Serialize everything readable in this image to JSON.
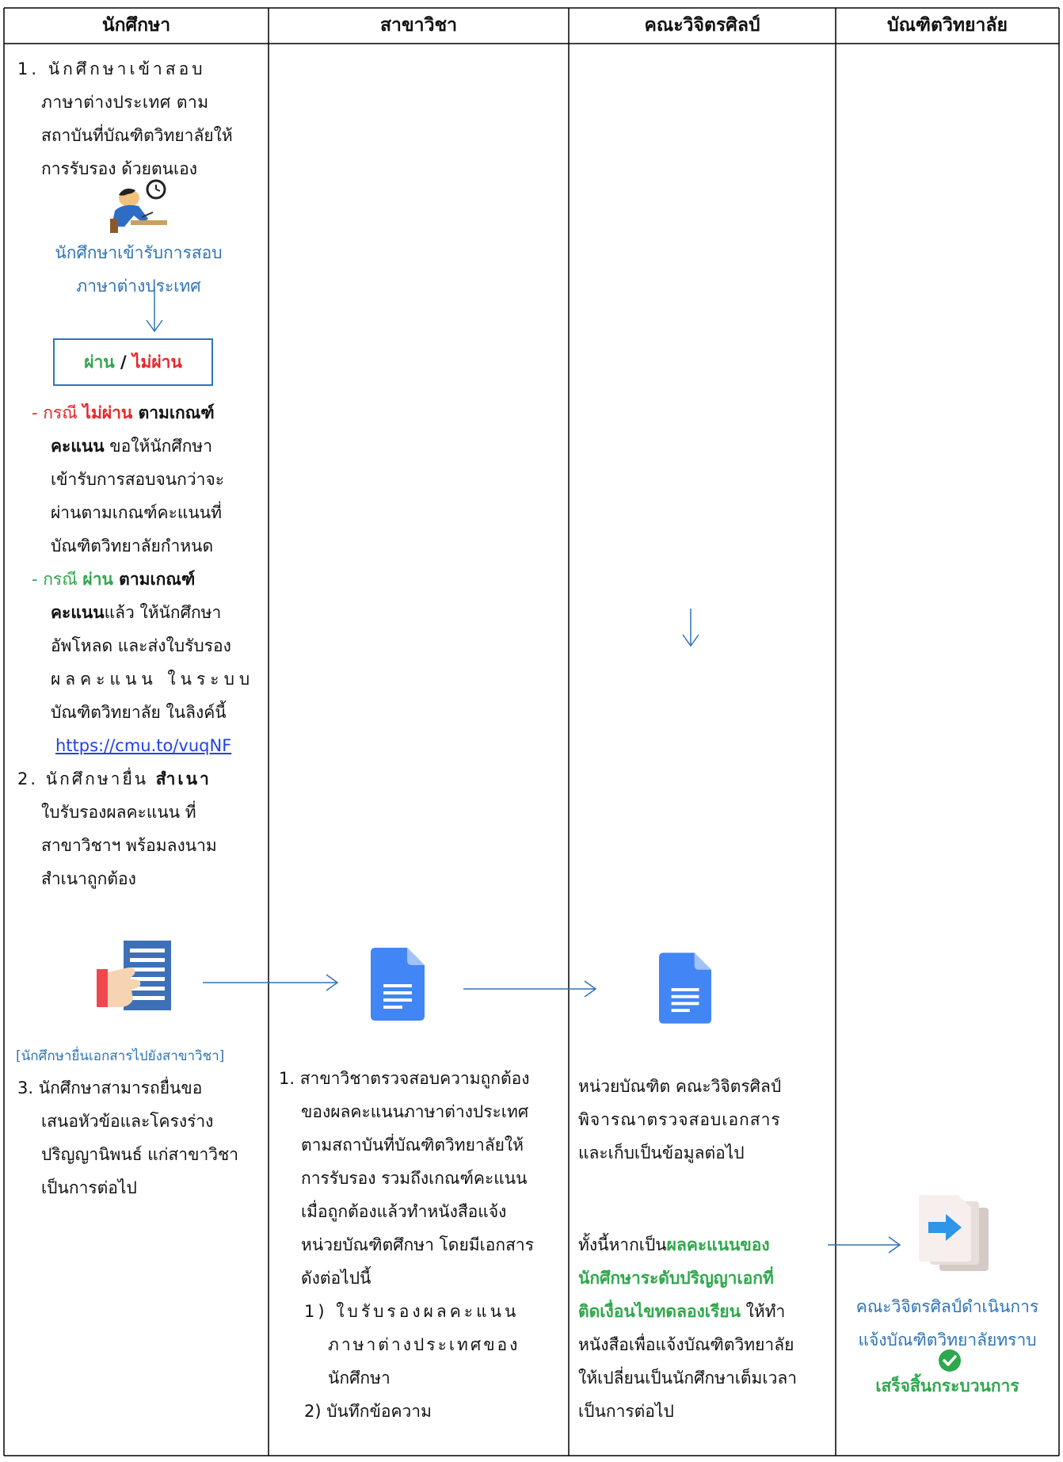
{
  "headers": [
    "นักศึกษา",
    "สาขาวิชา",
    "คณะวิจิตรศิลป์",
    "บัณฑิตวิทยาลัย"
  ],
  "student": {
    "step1": [
      "1. นักศึกษาเข้าสอบ",
      "ภาษาต่างประเทศ ตาม",
      "สถาบันที่บัณฑิตวิทยาลัยให้",
      "การรับรอง ด้วยตนเอง"
    ],
    "exam_caption": [
      "นักศึกษาเข้ารับการสอบ",
      "ภาษาต่างประเทศ"
    ],
    "result_pass": "ผ่าน",
    "result_sep": " / ",
    "result_fail": "ไม่ผ่าน",
    "fail_case": {
      "dash": "- ",
      "prefix": "กรณี ",
      "status": "ไม่ผ่าน",
      "criteria": " ตามเกณฑ์",
      "criteria2": "คะแนน",
      "rest1": " ขอให้นักศึกษา",
      "rest": [
        "เข้ารับการสอบจนกว่าจะ",
        "ผ่านตามเกณฑ์คะแนนที่",
        "บัณฑิตวิทยาลัยกำหนด"
      ]
    },
    "pass_case": {
      "dash": "- ",
      "prefix": "กรณี ",
      "status": "ผ่าน",
      "criteria": " ตามเกณฑ์",
      "criteria2": "คะแนน",
      "rest1": "แล้ว ให้นักศึกษา",
      "rest": [
        "อัพโหลด และส่งใบรับรอง",
        "ผลคะแนน ในระบบ",
        "บัณฑิตวิทยาลัย ในลิงค์นี้"
      ],
      "link": "https://cmu.to/vuqNF"
    },
    "step2_prefix": "2. นักศึกษายื่น ",
    "step2_bold": "สำเนา",
    "step2_rest": [
      "ใบรับรองผลคะแนน ที่",
      "สาขาวิชาฯ พร้อมลงนาม",
      "สำเนาถูกต้อง"
    ],
    "submit_caption": "[นักศึกษายื่นเอกสารไปยังสาขาวิชา]",
    "step3": [
      "3. นักศึกษาสามารถยื่นขอ",
      "เสนอหัวข้อและโครงร่าง",
      "ปริญญานิพนธ์ แก่สาขาวิชา",
      "เป็นการต่อไป"
    ]
  },
  "department": {
    "lines": [
      "1. สาขาวิชาตรวจสอบความถูกต้อง",
      "ของผลคะแนนภาษาต่างประเทศ",
      "ตามสถาบันที่บัณฑิตวิทยาลัยให้",
      "การรับรอง รวมถึงเกณฑ์คะแนน",
      "เมื่อถูกต้องแล้วทำหนังสือแจ้ง",
      "หน่วยบัณฑิตศึกษา โดยมีเอกสาร",
      "ดังต่อไปนี้"
    ],
    "doc1": [
      "1) ใบรับรองผลคะแนน",
      "ภาษาต่างประเทศของ",
      "นักศึกษา"
    ],
    "doc2": "2) บันทึกข้อความ"
  },
  "faculty": {
    "lines": [
      "หน่วยบัณฑิต คณะวิจิตรศิลป์",
      "พิจารณาตรวจสอบเอกสาร",
      "และเก็บเป็นข้อมูลต่อไป"
    ],
    "note_prefix": "ทั้งนี้หากเป็น",
    "note_green1": "ผลคะแนนของ",
    "note_green2": "นักศึกษาระดับปริญญาเอกที่",
    "note_green3": "ติดเงื่อนไขทดลองเรียน",
    "note_rest1": " ให้ทำ",
    "note_rest": [
      "หนังสือเพื่อแจ้งบัณฑิตวิทยาลัย",
      "ให้เปลี่ยนเป็นนักศึกษาเต็มเวลา",
      "เป็นการต่อไป"
    ]
  },
  "graduate": {
    "caption": [
      "คณะวิจิตรศิลป์ดำเนินการ",
      "แจ้งบัณฑิตวิทยาลัยทราบ"
    ],
    "done": "เสร็จสิ้นกระบวนการ"
  },
  "colors": {
    "accent_blue": "#2e74b5",
    "fail_red": "#e8262a",
    "pass_green": "#2ea84c",
    "link_blue": "#1f43e0"
  },
  "icons": [
    "student-writing-icon",
    "hand-document-icon",
    "google-doc-icon",
    "transfer-document-icon",
    "check-circle-icon"
  ]
}
